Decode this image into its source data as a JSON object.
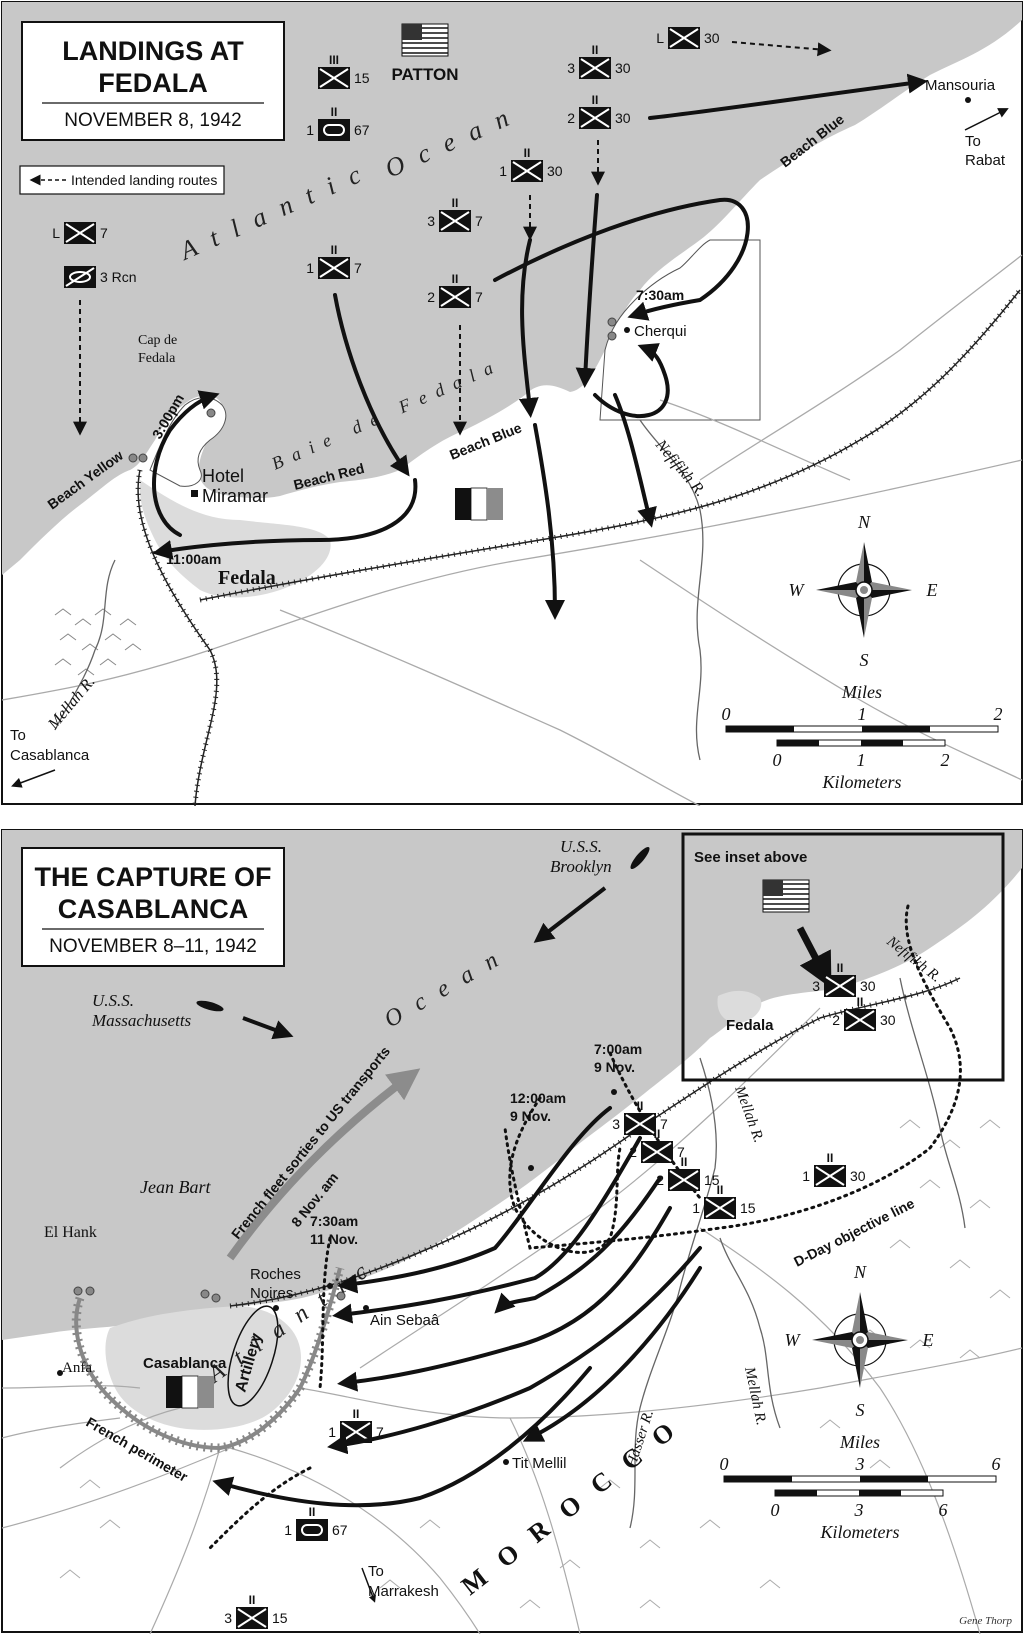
{
  "top_map": {
    "title_line1": "LANDINGS AT",
    "title_line2": "FEDALA",
    "date": "NOVEMBER 8, 1942",
    "legend_label": "Intended landing routes",
    "commander": "PATTON",
    "ocean_word1": "Atlantic",
    "ocean_word2": "Ocean",
    "bay_label": "Baie de Fedala",
    "places": {
      "cap_line1": "Cap de",
      "cap_line2": "Fedala",
      "hotel_line1": "Hotel",
      "hotel_line2": "Miramar",
      "fedala": "Fedala",
      "cherqui": "Cherqui",
      "mansouria": "Mansouria",
      "to_rabat_line1": "To",
      "to_rabat_line2": "Rabat",
      "to_casa_line1": "To",
      "to_casa_line2": "Casablanca"
    },
    "beaches": {
      "yellow": "Beach Yellow",
      "red": "Beach Red",
      "blue_south": "Beach Blue",
      "blue_north": "Beach Blue"
    },
    "rivers": {
      "nefifikh": "Nefifikh R.",
      "mellah": "Mellah R."
    },
    "times": {
      "t1": "3:00pm",
      "t2": "11:00am",
      "t3": "7:30am"
    },
    "units": [
      {
        "pre": "",
        "num": "15",
        "type": "infantry",
        "echelon": "III"
      },
      {
        "pre": "1",
        "num": "67",
        "type": "armor",
        "echelon": "II"
      },
      {
        "pre": "L",
        "num": "7",
        "type": "infantry",
        "echelon": ""
      },
      {
        "pre": "",
        "num": "3 Rcn",
        "type": "recon",
        "echelon": ""
      },
      {
        "pre": "1",
        "num": "7",
        "type": "infantry",
        "echelon": "II"
      },
      {
        "pre": "3",
        "num": "7",
        "type": "infantry",
        "echelon": "II"
      },
      {
        "pre": "2",
        "num": "7",
        "type": "infantry",
        "echelon": "II"
      },
      {
        "pre": "1",
        "num": "30",
        "type": "infantry",
        "echelon": "II"
      },
      {
        "pre": "3",
        "num": "30",
        "type": "infantry",
        "echelon": "II"
      },
      {
        "pre": "2",
        "num": "30",
        "type": "infantry",
        "echelon": "II"
      },
      {
        "pre": "L",
        "num": "30",
        "type": "infantry",
        "echelon": ""
      }
    ],
    "compass": {
      "n": "N",
      "s": "S",
      "e": "E",
      "w": "W"
    },
    "scale": {
      "miles_label": "Miles",
      "miles_ticks": [
        "0",
        "1",
        "2"
      ],
      "km_label": "Kilometers",
      "km_ticks": [
        "0",
        "1",
        "2"
      ]
    }
  },
  "bottom_map": {
    "title_line1": "THE CAPTURE OF",
    "title_line2": "CASABLANCA",
    "date": "NOVEMBER 8–11, 1942",
    "inset_label": "See inset above",
    "ocean_word1": "Atlantic",
    "ocean_word2": "Ocean",
    "country": "MOROCCO",
    "ships": {
      "brooklyn_line1": "U.S.S.",
      "brooklyn_line2": "Brooklyn",
      "mass_line1": "U.S.S.",
      "mass_line2": "Massachusetts"
    },
    "fleet_sortie_line1": "French fleet sorties to US transports",
    "fleet_sortie_line2": "8 Nov. am",
    "places": {
      "jean_bart": "Jean Bart",
      "el_hank": "El Hank",
      "anfa": "Anfa",
      "casablanca": "Casablanca",
      "roches_line1": "Roches",
      "roches_line2": "Noires",
      "ain_sebaa": "Ain Sebaâ",
      "tit_mellil": "Tit Mellil",
      "fedala": "Fedala",
      "to_marrakesh_line1": "To",
      "to_marrakesh_line2": "Marrakesh"
    },
    "labels": {
      "artillery": "Artillery",
      "french_perimeter": "French perimeter",
      "dday_line": "D-Day objective line"
    },
    "rivers": {
      "hasser": "Hasser R.",
      "mellah_1": "Mellah R.",
      "mellah_2": "Mellah R.",
      "nefifikh": "Nefifikh R."
    },
    "times": {
      "t1_line1": "7:00am",
      "t1_line2": "9 Nov.",
      "t2_line1": "12:00am",
      "t2_line2": "9 Nov.",
      "t3_line1": "7:30am",
      "t3_line2": "11 Nov."
    },
    "units": [
      {
        "pre": "3",
        "num": "30",
        "type": "infantry",
        "echelon": "II"
      },
      {
        "pre": "2",
        "num": "30",
        "type": "infantry",
        "echelon": "II"
      },
      {
        "pre": "3",
        "num": "7",
        "type": "infantry",
        "echelon": "II"
      },
      {
        "pre": "2",
        "num": "7",
        "type": "infantry",
        "echelon": "II"
      },
      {
        "pre": "2",
        "num": "15",
        "type": "infantry",
        "echelon": "II"
      },
      {
        "pre": "1",
        "num": "15",
        "type": "infantry",
        "echelon": "II"
      },
      {
        "pre": "1",
        "num": "30",
        "type": "infantry",
        "echelon": "II"
      },
      {
        "pre": "1",
        "num": "7",
        "type": "infantry",
        "echelon": "II"
      },
      {
        "pre": "1",
        "num": "67",
        "type": "armor",
        "echelon": "II"
      },
      {
        "pre": "3",
        "num": "15",
        "type": "infantry",
        "echelon": "II"
      }
    ],
    "compass": {
      "n": "N",
      "s": "S",
      "e": "E",
      "w": "W"
    },
    "scale": {
      "miles_label": "Miles",
      "miles_ticks": [
        "0",
        "3",
        "6"
      ],
      "km_label": "Kilometers",
      "km_ticks": [
        "0",
        "3",
        "6"
      ]
    },
    "credit": "Gene Thorp"
  },
  "colors": {
    "ocean": "#c8c8c8",
    "land": "#ffffff",
    "urban": "#dcdcdc",
    "ink": "#111111",
    "sortie_arrow": "#8c8c8c"
  }
}
